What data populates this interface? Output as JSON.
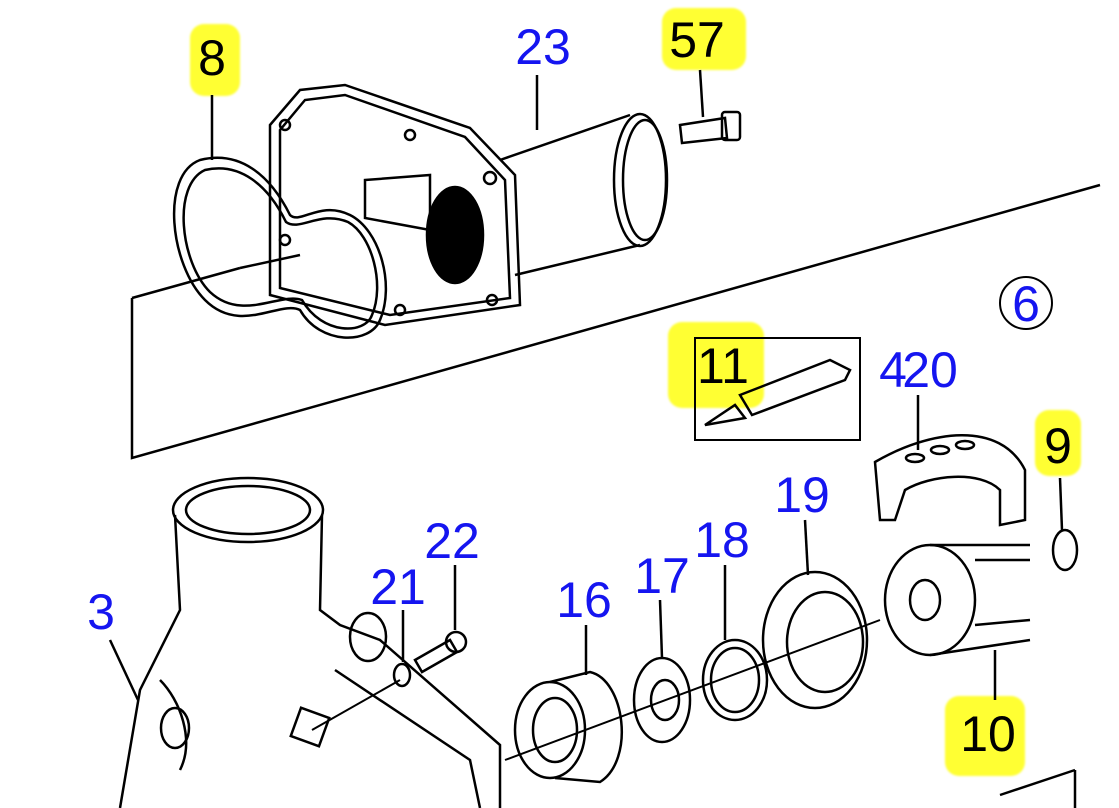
{
  "diagram": {
    "labels": {
      "p8": "8",
      "p23": "23",
      "p57": "57",
      "p6": "6",
      "p11": "11",
      "p4": "4",
      "p20": "20",
      "p9": "9",
      "p19": "19",
      "p18": "18",
      "p17": "17",
      "p16": "16",
      "p22": "22",
      "p21": "21",
      "p3": "3",
      "p10": "10"
    },
    "colors": {
      "label": "#1515f0",
      "highlight": "#ffff33",
      "line": "#000000"
    }
  }
}
